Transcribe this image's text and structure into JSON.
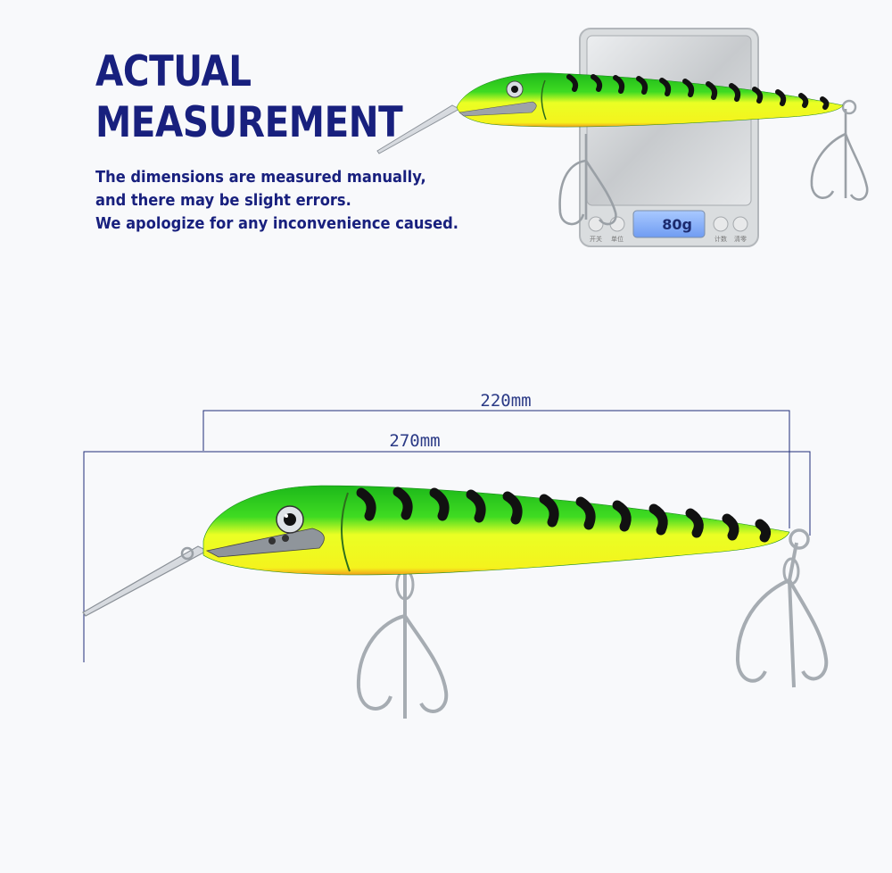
{
  "header": {
    "title_line1": "ACTUAL",
    "title_line2": "MEASUREMENT"
  },
  "disclaimer": {
    "line1": "The dimensions are measured manually,",
    "line2": "and there may be slight errors.",
    "line3": "We apologize for any inconvenience caused."
  },
  "scale": {
    "reading": "80g",
    "button_power": "开关",
    "button_unit": "单位",
    "button_count": "计数",
    "button_tare": "清零"
  },
  "dimensions": {
    "body_length": "220mm",
    "total_length": "270mm"
  },
  "colors": {
    "heading": "#18207e",
    "lure_back": "#2fd324",
    "lure_belly": "#f2fb2a",
    "stripes": "#111111",
    "dimension_lines": "#1f2d78"
  }
}
